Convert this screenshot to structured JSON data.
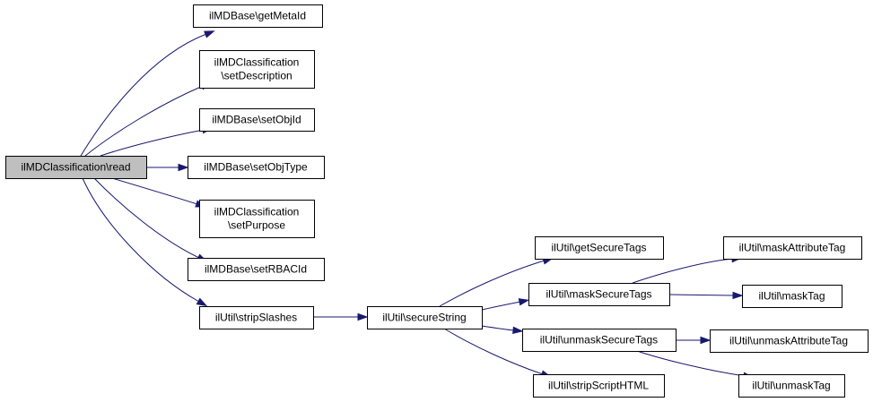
{
  "graph": {
    "colors": {
      "edge": "#191970",
      "root_fill": "#bfbfbf",
      "node_fill": "#ffffff",
      "border": "#000000"
    },
    "nodes": [
      {
        "id": "read",
        "lines": [
          "ilMDClassification\\read"
        ],
        "root": true
      },
      {
        "id": "getMetaId",
        "lines": [
          "ilMDBase\\getMetaId"
        ]
      },
      {
        "id": "setDescription",
        "lines": [
          "ilMDClassification",
          "\\setDescription"
        ]
      },
      {
        "id": "setObjId",
        "lines": [
          "ilMDBase\\setObjId"
        ]
      },
      {
        "id": "setObjType",
        "lines": [
          "ilMDBase\\setObjType"
        ]
      },
      {
        "id": "setPurpose",
        "lines": [
          "ilMDClassification",
          "\\setPurpose"
        ]
      },
      {
        "id": "setRBACId",
        "lines": [
          "ilMDBase\\setRBACId"
        ]
      },
      {
        "id": "stripSlashes",
        "lines": [
          "ilUtil\\stripSlashes"
        ]
      },
      {
        "id": "secureString",
        "lines": [
          "ilUtil\\secureString"
        ]
      },
      {
        "id": "getSecureTags",
        "lines": [
          "ilUtil\\getSecureTags"
        ]
      },
      {
        "id": "maskSecureTags",
        "lines": [
          "ilUtil\\maskSecureTags"
        ]
      },
      {
        "id": "unmaskSecureTags",
        "lines": [
          "ilUtil\\unmaskSecureTags"
        ]
      },
      {
        "id": "stripScriptHTML",
        "lines": [
          "ilUtil\\stripScriptHTML"
        ]
      },
      {
        "id": "maskAttributeTag",
        "lines": [
          "ilUtil\\maskAttributeTag"
        ]
      },
      {
        "id": "maskTag",
        "lines": [
          "ilUtil\\maskTag"
        ]
      },
      {
        "id": "unmaskAttributeTag",
        "lines": [
          "ilUtil\\unmaskAttributeTag"
        ]
      },
      {
        "id": "unmaskTag",
        "lines": [
          "ilUtil\\unmaskTag"
        ]
      }
    ],
    "edges": [
      {
        "from": "read",
        "to": "getMetaId"
      },
      {
        "from": "read",
        "to": "setDescription"
      },
      {
        "from": "read",
        "to": "setObjId"
      },
      {
        "from": "read",
        "to": "setObjType"
      },
      {
        "from": "read",
        "to": "setPurpose"
      },
      {
        "from": "read",
        "to": "setRBACId"
      },
      {
        "from": "read",
        "to": "stripSlashes"
      },
      {
        "from": "stripSlashes",
        "to": "secureString"
      },
      {
        "from": "secureString",
        "to": "getSecureTags"
      },
      {
        "from": "secureString",
        "to": "maskSecureTags"
      },
      {
        "from": "secureString",
        "to": "unmaskSecureTags"
      },
      {
        "from": "secureString",
        "to": "stripScriptHTML"
      },
      {
        "from": "maskSecureTags",
        "to": "maskAttributeTag"
      },
      {
        "from": "maskSecureTags",
        "to": "maskTag"
      },
      {
        "from": "unmaskSecureTags",
        "to": "unmaskAttributeTag"
      },
      {
        "from": "unmaskSecureTags",
        "to": "unmaskTag"
      }
    ]
  }
}
